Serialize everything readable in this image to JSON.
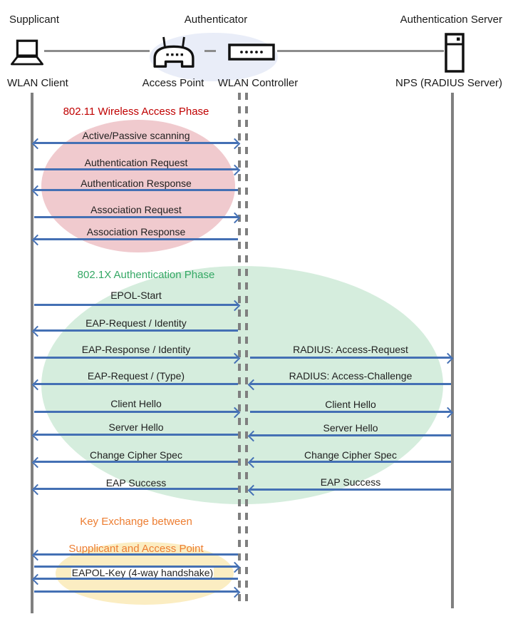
{
  "header": {
    "roles": {
      "supplicant": "Supplicant",
      "authenticator": "Authenticator",
      "auth_server": "Authentication Server"
    },
    "nodes": {
      "wlan_client": "WLAN Client",
      "access_point": "Access Point",
      "wlan_controller": "WLAN Controller",
      "nps": "NPS (RADIUS Server)"
    },
    "icons": [
      "laptop-icon",
      "access-point-icon",
      "wlan-controller-icon",
      "server-icon"
    ]
  },
  "phases": {
    "p1": {
      "title": "802.11 Wireless Access Phase",
      "title_color": "#C00000",
      "fill": "#F0CACE"
    },
    "p2": {
      "title": "802.1X Authentication Phase",
      "title_color": "#35A865",
      "fill": "#D5EDDD"
    },
    "p3": {
      "line1": "Key Exchange between",
      "line2": "Supplicant and Access Point",
      "title_color": "#ED7D31",
      "fill": "#FBEDC2"
    }
  },
  "messages": {
    "p1": [
      {
        "label": "Active/Passive scanning",
        "direction": "both"
      },
      {
        "label": "Authentication Request",
        "direction": "right"
      },
      {
        "label": "Authentication Response",
        "direction": "left"
      },
      {
        "label": "Association Request",
        "direction": "right"
      },
      {
        "label": "Association Response",
        "direction": "left"
      }
    ],
    "p2_left": [
      {
        "label": "EPOL-Start",
        "direction": "right"
      },
      {
        "label": "EAP-Request / Identity",
        "direction": "left"
      },
      {
        "label": "EAP-Response / Identity",
        "direction": "right"
      },
      {
        "label": "EAP-Request / (Type)",
        "direction": "left"
      },
      {
        "label": "Client Hello",
        "direction": "right"
      },
      {
        "label": "Server Hello",
        "direction": "left"
      },
      {
        "label": "Change Cipher Spec",
        "direction": "left"
      },
      {
        "label": "EAP Success",
        "direction": "left"
      }
    ],
    "p2_right": [
      {
        "label": "RADIUS: Access-Request",
        "direction": "right"
      },
      {
        "label": "RADIUS: Access-Challenge",
        "direction": "left"
      },
      {
        "label": "Client Hello",
        "direction": "right"
      },
      {
        "label": "Server Hello",
        "direction": "left"
      },
      {
        "label": "Change Cipher Spec",
        "direction": "left"
      },
      {
        "label": "EAP Success",
        "direction": "left"
      }
    ],
    "p3": {
      "label": "EAPOL-Key (4-way handshake)",
      "arrows": [
        "left",
        "right",
        "left",
        "right"
      ]
    }
  },
  "colors": {
    "arrow": "#4470B4",
    "lifeline": "#808080",
    "header_ellipse": "#E9EDF8",
    "connector": "#8C8C8C"
  }
}
